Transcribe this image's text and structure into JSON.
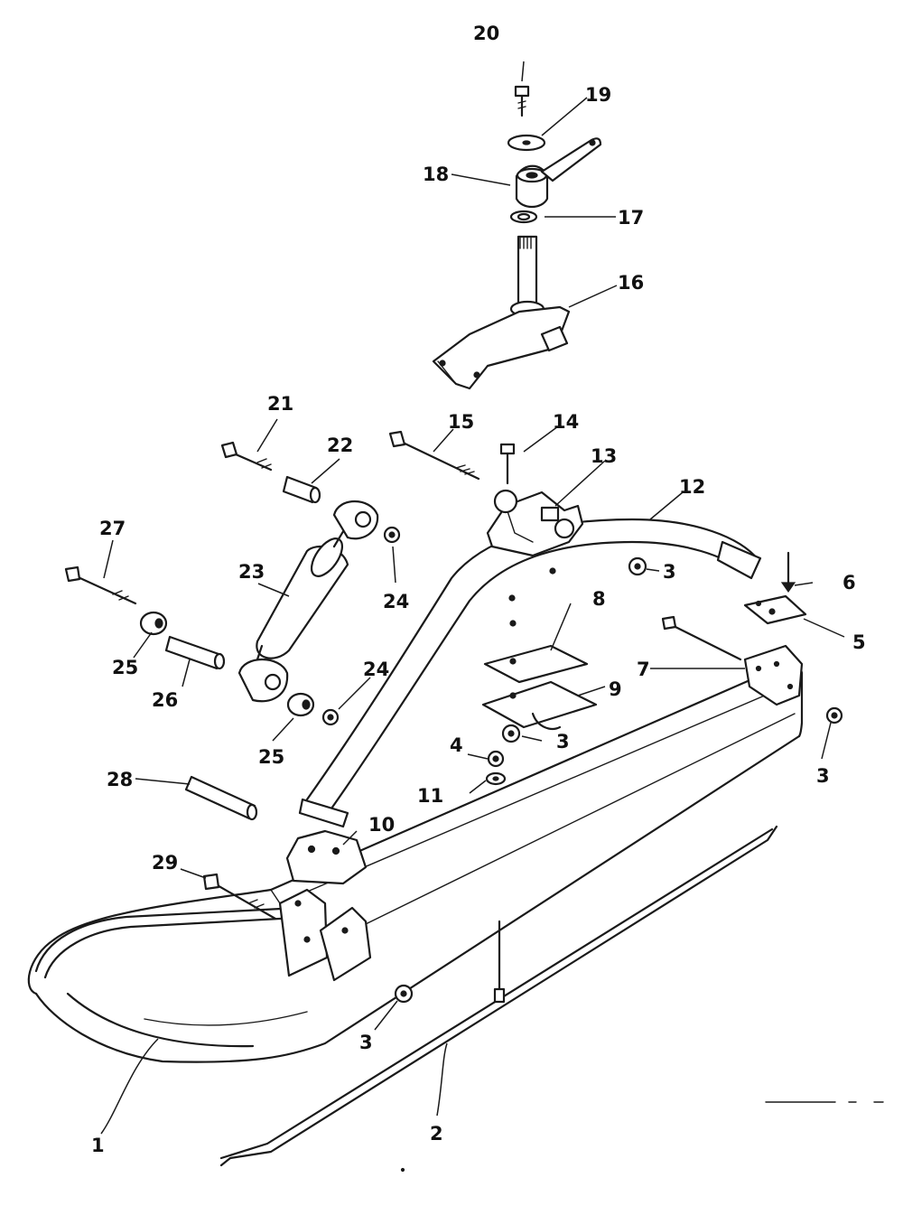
{
  "diagram": {
    "callouts": [
      {
        "n": "1"
      },
      {
        "n": "2"
      },
      {
        "n": "3"
      },
      {
        "n": "3"
      },
      {
        "n": "3"
      },
      {
        "n": "3"
      },
      {
        "n": "4"
      },
      {
        "n": "5"
      },
      {
        "n": "6"
      },
      {
        "n": "7"
      },
      {
        "n": "8"
      },
      {
        "n": "9"
      },
      {
        "n": "10"
      },
      {
        "n": "11"
      },
      {
        "n": "12"
      },
      {
        "n": "13"
      },
      {
        "n": "14"
      },
      {
        "n": "15"
      },
      {
        "n": "16"
      },
      {
        "n": "17"
      },
      {
        "n": "18"
      },
      {
        "n": "19"
      },
      {
        "n": "20"
      },
      {
        "n": "21"
      },
      {
        "n": "22"
      },
      {
        "n": "23"
      },
      {
        "n": "24"
      },
      {
        "n": "24"
      },
      {
        "n": "25"
      },
      {
        "n": "25"
      },
      {
        "n": "26"
      },
      {
        "n": "27"
      },
      {
        "n": "28"
      },
      {
        "n": "29"
      }
    ]
  }
}
